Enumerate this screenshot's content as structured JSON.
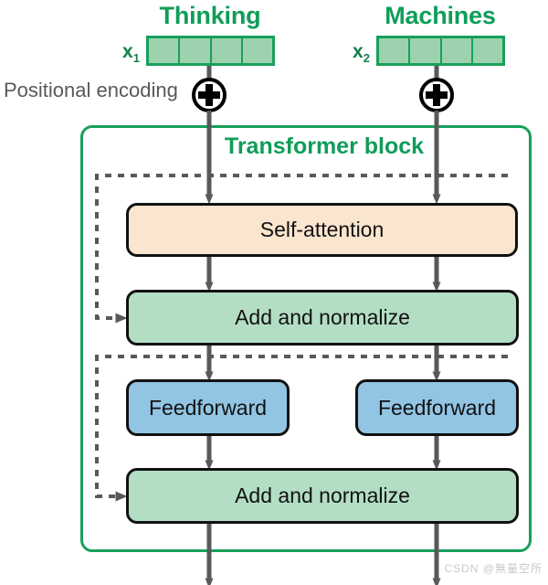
{
  "diagram": {
    "title": "Transformer block",
    "inputs": [
      {
        "word": "Thinking",
        "vector_label": "x",
        "vector_index": "1",
        "cells": 4
      },
      {
        "word": "Machines",
        "vector_label": "x",
        "vector_index": "2",
        "cells": 4
      }
    ],
    "positional_encoding_label": "Positional encoding",
    "positional_encoding_icon": "plus-circle-icon",
    "nodes": [
      {
        "id": "self-attention",
        "label": "Self-attention",
        "color": "#fae5ce"
      },
      {
        "id": "add-normalize-1",
        "label": "Add and normalize",
        "color": "#b3dec4"
      },
      {
        "id": "feedforward-left",
        "label": "Feedforward",
        "color": "#92c5e3"
      },
      {
        "id": "feedforward-right",
        "label": "Feedforward",
        "color": "#92c5e3"
      },
      {
        "id": "add-normalize-2",
        "label": "Add and normalize",
        "color": "#b3dec4"
      }
    ],
    "colors": {
      "brand_green": "#0f9d58",
      "border_green": "#17a05a",
      "vector_fill": "#9cd3ae",
      "attention_fill": "#fae5ce",
      "norm_fill": "#b3dec4",
      "feedforward_fill": "#92c5e3",
      "arrow_gray": "#595959",
      "label_gray": "#58595b",
      "outline_black": "#111111"
    }
  },
  "watermark": {
    "text": "CSDN @無量空所"
  }
}
